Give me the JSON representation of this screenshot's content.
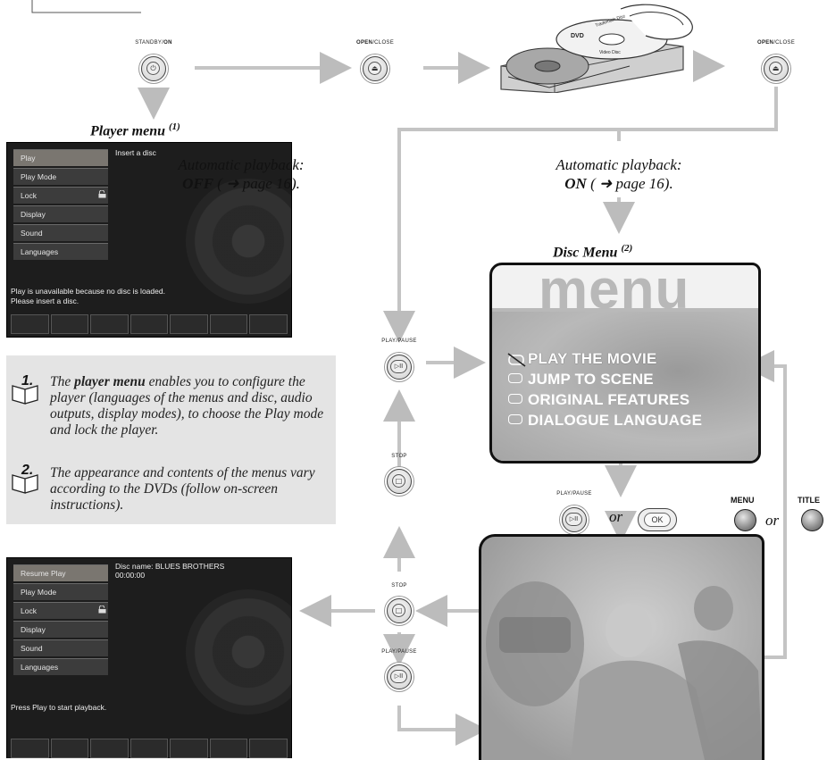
{
  "buttons": {
    "standby_prefix": "STANDBY/",
    "standby_bold": "ON",
    "open_bold": "OPEN",
    "open_suffix": "/CLOSE",
    "play_pause": "PLAY/PAUSE",
    "stop": "STOP",
    "ok": "OK",
    "menu": "MENU",
    "title": "TITLE"
  },
  "player_menu": {
    "title": "Player menu",
    "ref": "(1)",
    "items": [
      "Play",
      "Play Mode",
      "Lock",
      "Display",
      "Sound",
      "Languages"
    ],
    "info": "Insert a disc",
    "message_line1": "Play is unavailable because no disc is loaded.",
    "message_line2": "Please insert a disc."
  },
  "resume_menu": {
    "items": [
      "Resume Play",
      "Play Mode",
      "Lock",
      "Display",
      "Sound",
      "Languages"
    ],
    "info_line1": "Disc name: BLUES BROTHERS",
    "info_line2": "00:00:00",
    "message": "Press Play to start playback."
  },
  "autoplay_off": {
    "line1": "Automatic playback:",
    "bold": "OFF",
    "rest": " ( ➜ page 16)."
  },
  "autoplay_on": {
    "line1": "Automatic playback:",
    "bold": "ON",
    "rest": " ( ➜ page 16)."
  },
  "disc_menu": {
    "title": "Disc Menu",
    "ref": "(2)",
    "logo": "menu",
    "items": [
      "PLAY THE MOVIE",
      "JUMP TO SCENE",
      "ORIGINAL FEATURES",
      "DIALOGUE LANGUAGE"
    ]
  },
  "disc_label": {
    "brand": "Trademark Disc",
    "logo": "DVD",
    "sub": "Video Disc"
  },
  "notes": {
    "n1": "1.",
    "n1_pre": "The ",
    "n1_bold": "player menu",
    "n1_rest": " enables you to configure the player (languages of the menus and disc, audio outputs, display modes), to choose the Play mode and lock the player.",
    "n2": "2.",
    "n2_text": "The appearance and contents of the menus vary according to the DVDs (follow on-screen instructions)."
  },
  "or_word": "or"
}
